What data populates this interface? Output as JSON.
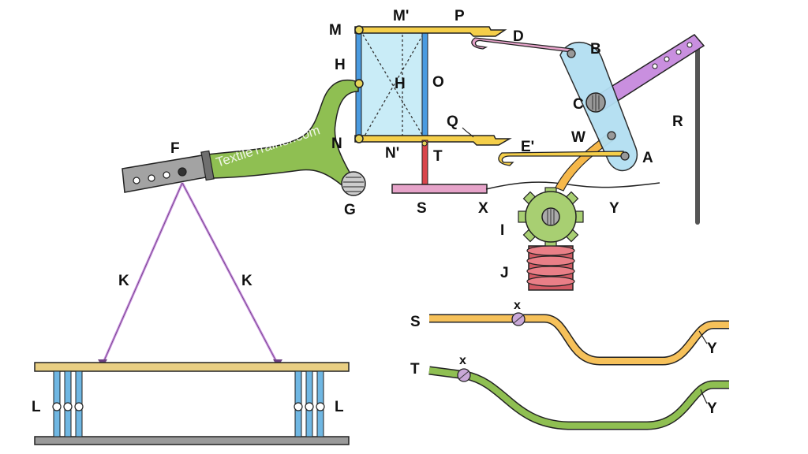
{
  "watermark": "TextileTrainer.com",
  "labels": {
    "M": "M",
    "M_prime": "M'",
    "P": "P",
    "D": "D",
    "H_left": "H",
    "H_center": "H",
    "O": "O",
    "B": "B",
    "C": "C",
    "R": "R",
    "N": "N",
    "N_prime": "N'",
    "Q": "Q",
    "T": "T",
    "E_prime": "E'",
    "W": "W",
    "A": "A",
    "F": "F",
    "G": "G",
    "S": "S",
    "X": "X",
    "Y": "Y",
    "I": "I",
    "J": "J",
    "K_left": "K",
    "K_right": "K",
    "L_left": "L",
    "L_right": "L",
    "S_profile": "S",
    "x_upper": "x",
    "Y_upper": "Y",
    "T_profile": "T",
    "x_lower": "x",
    "Y_lower": "Y"
  },
  "colors": {
    "yellow": "#f5cf4a",
    "green": "#8fbf52",
    "blue": "#4a9be0",
    "pink": "#e6a3c9",
    "purple": "#c98fdf",
    "light_blue": "#b3dff2",
    "red": "#d9454b",
    "gray": "#9a9a9a",
    "orange": "#f6b84a",
    "beige": "#e9cf83",
    "outline": "#222222"
  }
}
